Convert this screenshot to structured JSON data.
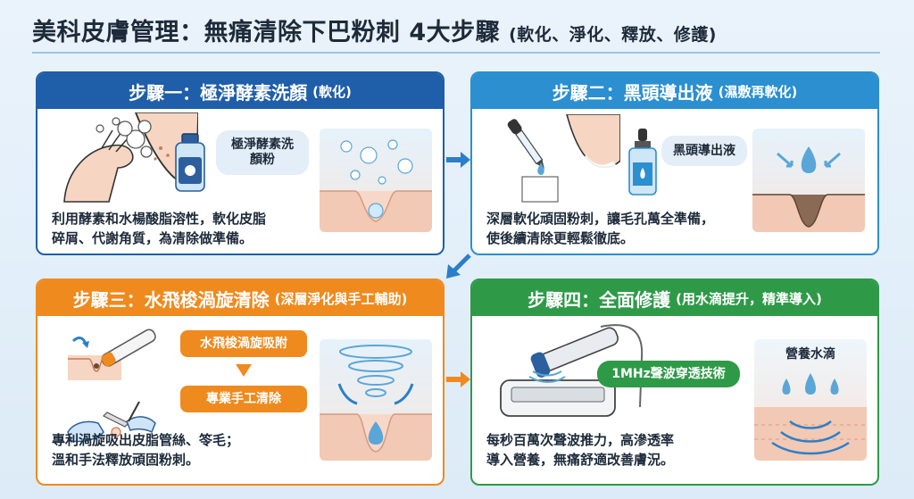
{
  "page": {
    "title": "美科皮膚管理：無痛清除下巴粉刺 4大步驟",
    "subtitle": "(軟化、淨化、釋放、修護)"
  },
  "colors": {
    "step1": "#1f5ea8",
    "step2": "#2b8fd0",
    "step3": "#ef8a1e",
    "step4": "#2e9a48",
    "connector_blue": "#2b7fc8",
    "connector_orange": "#ef8a1e"
  },
  "steps": [
    {
      "title": "步驟一：極淨酵素洗顏",
      "note": "(軟化)",
      "product_label": "極淨酵素洗\n顏粉",
      "description": "利用酵素和水楊酸脂溶性，軟化皮脂\n碎屑、代謝角質，為清除做準備。",
      "icons": [
        "face-wash-icon",
        "bottle-icon",
        "bubbles-pore-icon"
      ]
    },
    {
      "title": "步驟二：黑頭導出液",
      "note": "(濕敷再軟化)",
      "product_label": "黑頭導出液",
      "description": "深層軟化頑固粉刺，讓毛孔萬全準備，\n使後續清除更輕鬆徹底。",
      "icons": [
        "dropper-icon",
        "serum-bottle-icon",
        "droplet-pore-icon"
      ]
    },
    {
      "title": "步驟三：水飛梭渦旋清除",
      "note": "(深層淨化與手工輔助)",
      "label_top": "水飛梭渦旋吸附",
      "label_bottom": "專業手工清除",
      "description": "專利渦旋吸出皮脂管絲、笭毛；\n溫和手法釋放頑固粉刺。",
      "icons": [
        "hydra-wand-icon",
        "tweezer-hand-icon",
        "vortex-icon"
      ]
    },
    {
      "title": "步驟四：全面修護",
      "note": "(用水滴提升，精準導入)",
      "device_label": "1MHz聲波穿透技術",
      "panel_label": "營養水滴",
      "description": "每秒百萬次聲波推力，高滲透率\n導入營養，無痛舒適改善膚況。",
      "icons": [
        "ultrasound-device-icon",
        "water-drops-icon",
        "sound-wave-icon"
      ]
    }
  ]
}
